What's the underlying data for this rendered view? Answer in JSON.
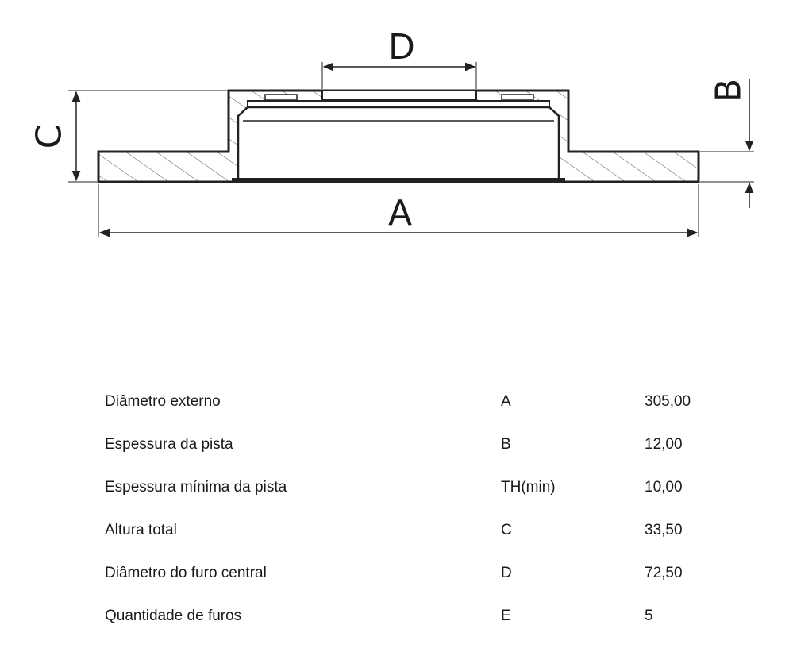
{
  "dimension_labels": {
    "A": "A",
    "B": "B",
    "C": "C",
    "D": "D"
  },
  "specs": [
    {
      "label": "Diâmetro externo",
      "code": "A",
      "value": "305,00"
    },
    {
      "label": "Espessura da pista",
      "code": "B",
      "value": "12,00"
    },
    {
      "label": "Espessura mínima da pista",
      "code": "TH(min)",
      "value": "10,00"
    },
    {
      "label": "Altura total",
      "code": "C",
      "value": "33,50"
    },
    {
      "label": "Diâmetro do furo central",
      "code": "D",
      "value": "72,50"
    },
    {
      "label": "Quantidade de furos",
      "code": "E",
      "value": "5"
    }
  ]
}
